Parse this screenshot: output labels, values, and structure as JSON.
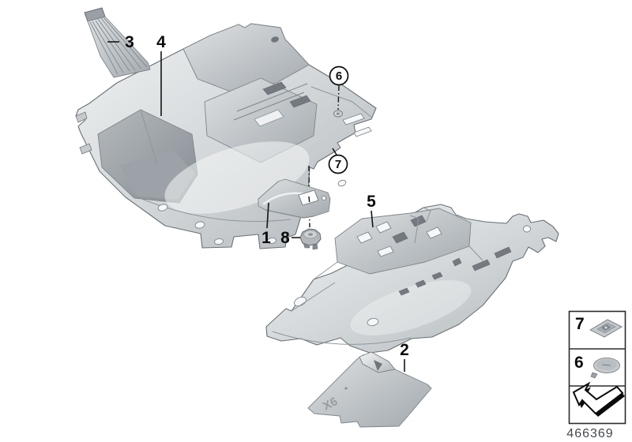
{
  "diagram": {
    "background_color": "#ffffff",
    "line_color": "#151515",
    "part_colors": {
      "highlight": "#f2f4f5",
      "light": "#dfe2e4",
      "mid": "#bfc4c8",
      "dark": "#8f959b",
      "outline": "#697076"
    },
    "callouts": {
      "c1": "1",
      "c2": "2",
      "c3": "3",
      "c4": "4",
      "c5": "5",
      "c6": "6",
      "c7": "7",
      "c8": "8"
    },
    "mat_embossed_text": "X6",
    "legend": {
      "row1": {
        "label": "7",
        "icon": "clip-fastener-icon"
      },
      "row2": {
        "label": "6",
        "icon": "round-cap-icon"
      },
      "row3": {
        "icon": "page-reference-arrow-icon"
      }
    },
    "diagram_number": "466369"
  }
}
